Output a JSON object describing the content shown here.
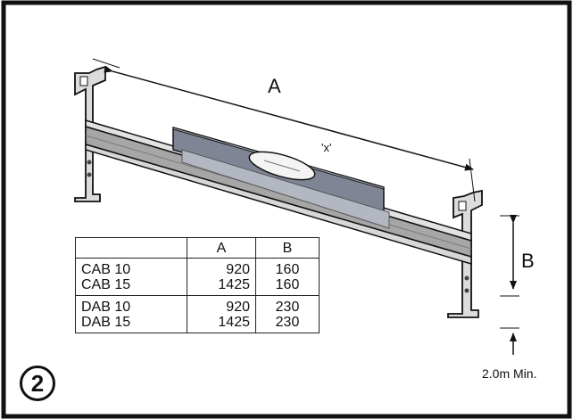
{
  "diagram": {
    "dimension_a_label": "A",
    "dimension_b_label": "B",
    "level_mark_label": "'x'",
    "minimum_note": "2.0m Min.",
    "step_number": "2"
  },
  "table": {
    "headers": [
      "",
      "A",
      "B"
    ],
    "groups": [
      {
        "rows": [
          {
            "model": "CAB 10",
            "a": "920",
            "b": "160"
          },
          {
            "model": "CAB 15",
            "a": "1425",
            "b": "160"
          }
        ]
      },
      {
        "rows": [
          {
            "model": "DAB 10",
            "a": "920",
            "b": "230"
          },
          {
            "model": "DAB 15",
            "a": "1425",
            "b": "230"
          }
        ]
      }
    ]
  },
  "colors": {
    "rail_light": "#d4d4d4",
    "rail_dark": "#8a8a8a",
    "level_top": "#b9bdc9",
    "level_front": "#7f8595",
    "outline": "#111111"
  }
}
